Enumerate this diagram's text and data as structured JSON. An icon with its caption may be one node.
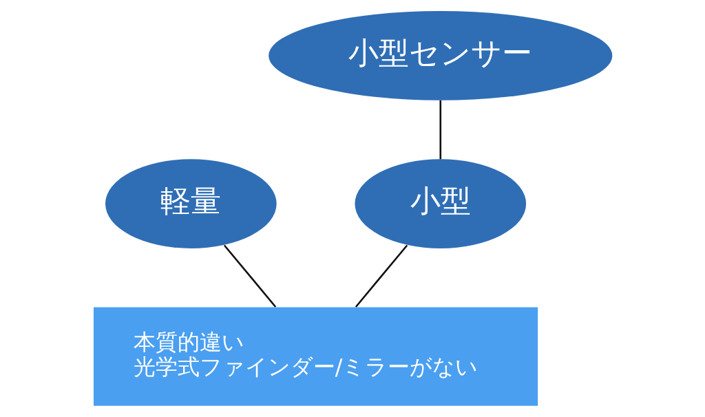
{
  "diagram": {
    "nodes": [
      {
        "text": [
          "本質的違い",
          "光学式ファインダー/ミラーがない"
        ]
      },
      {
        "text": [
          "軽量"
        ]
      },
      {
        "text": [
          "小型"
        ]
      },
      {
        "text": [
          "小型センサー"
        ]
      }
    ],
    "edges": [
      {
        "from": 0,
        "to": 1,
        "arrow": "none"
      },
      {
        "from": 0,
        "to": 2,
        "arrow": "none"
      },
      {
        "from": 2,
        "to": 3,
        "arrow": "none"
      }
    ]
  }
}
